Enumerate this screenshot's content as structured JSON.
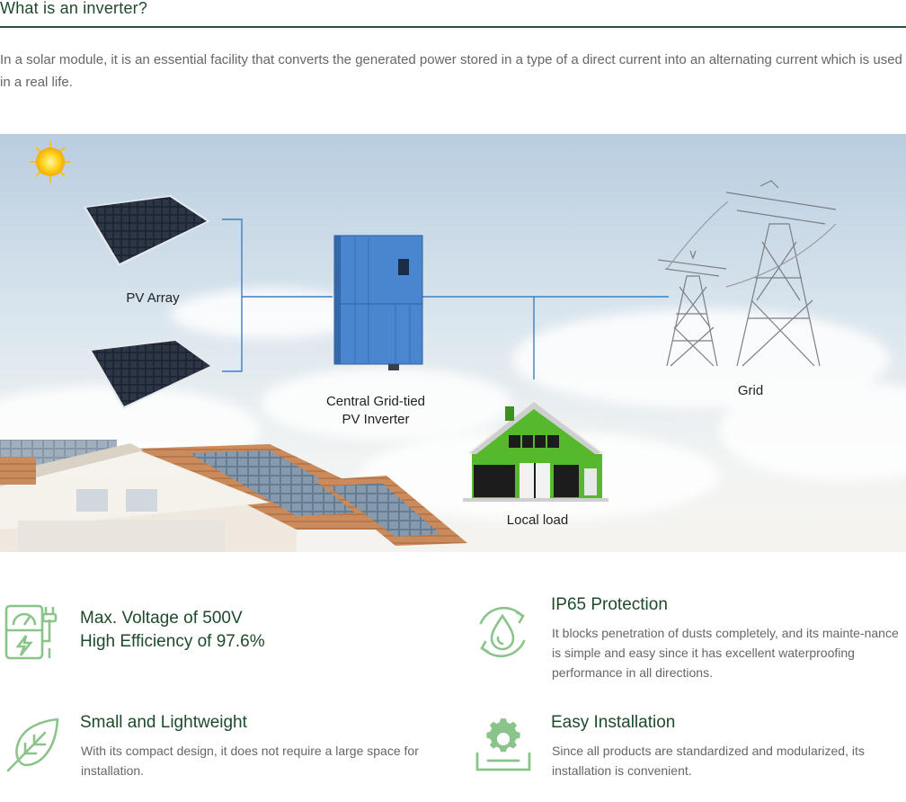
{
  "header": {
    "title": "What is an inverter?",
    "intro": "In a solar module, it is an essential facility that converts the generated power stored in a type of a direct current into an alternating current which is used in a real life."
  },
  "diagram": {
    "pv_array_label": "PV Array",
    "inverter_label_line1": "Central Grid-tied",
    "inverter_label_line2": "PV Inverter",
    "grid_label": "Grid",
    "local_load_label": "Local load",
    "line_color": "#3a7fc4",
    "inverter_color": "#4a86cf",
    "house_green": "#56b82c"
  },
  "features": [
    {
      "icon": "voltage-meter-icon",
      "title_line1": "Max. Voltage of 500V",
      "title_line2": "High Efficiency of 97.6%",
      "desc": ""
    },
    {
      "icon": "water-drop-icon",
      "title_line1": "IP65 Protection",
      "title_line2": "",
      "desc": "It blocks penetration of dusts completely, and its mainte-nance is simple and easy since it has excellent waterproofing performance in all directions."
    },
    {
      "icon": "leaf-icon",
      "title_line1": "Small and Lightweight",
      "title_line2": "",
      "desc": "With its compact design, it does not require a large space for installation."
    },
    {
      "icon": "gear-icon",
      "title_line1": "Easy Installation",
      "title_line2": "",
      "desc": "Since all products are standardized and modularized, its installation is convenient."
    }
  ],
  "colors": {
    "accent_green": "#1e4a2b",
    "icon_green": "#8bc48a",
    "rule": "#2c4f3a"
  }
}
